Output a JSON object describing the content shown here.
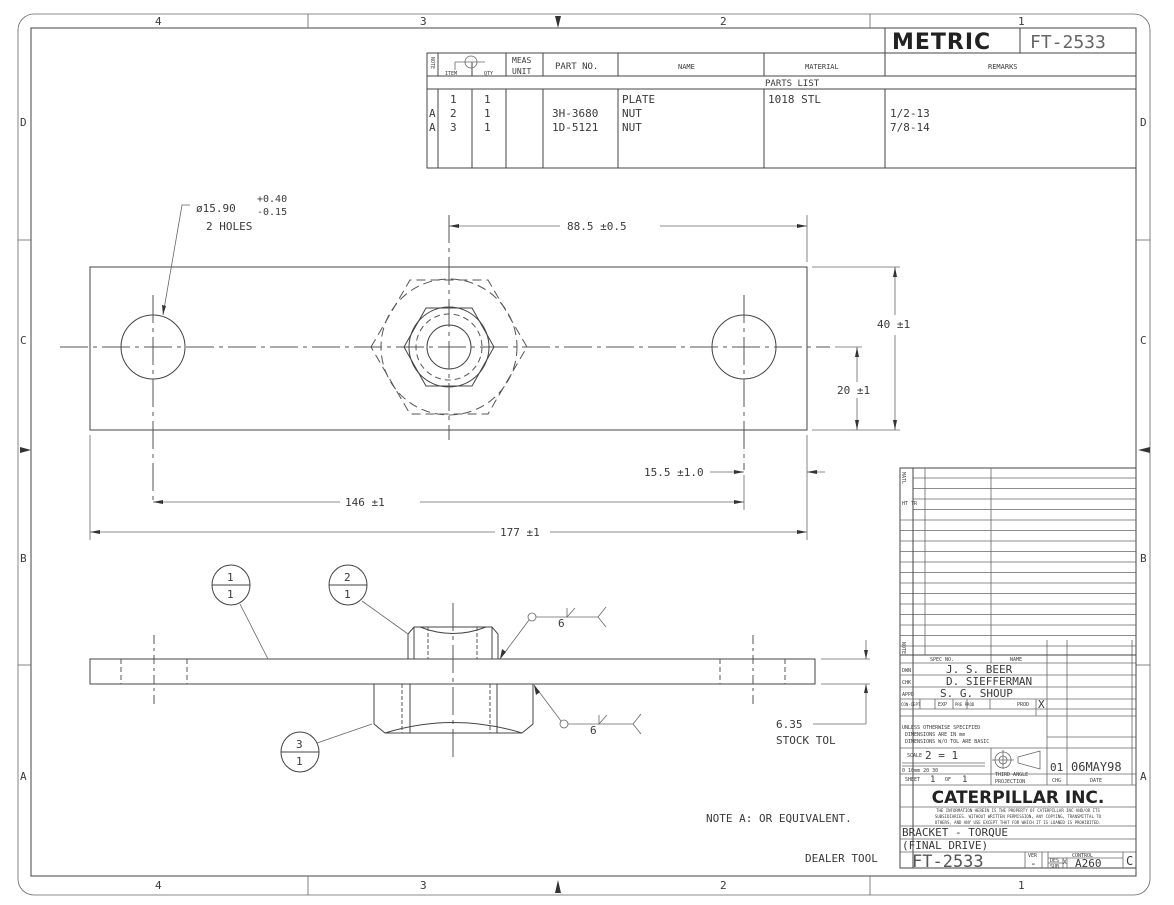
{
  "zones": {
    "columns": [
      "4",
      "3",
      "2",
      "1"
    ],
    "rows": [
      "D",
      "C",
      "B",
      "A"
    ]
  },
  "header": {
    "metric": "METRIC",
    "drawing_no": "FT-2533"
  },
  "parts_list": {
    "headers": {
      "note": "NOTE",
      "item": "ITEM",
      "qty": "QTY",
      "meas": "MEAS",
      "unit": "UNIT",
      "part_no": "PART NO.",
      "name": "NAME",
      "material": "MATERIAL",
      "remarks": "REMARKS"
    },
    "title": "PARTS LIST",
    "rows": [
      {
        "note": "",
        "item": "1",
        "qty": "1",
        "part_no": "",
        "name": "PLATE",
        "material": "1018 STL",
        "remarks": ""
      },
      {
        "note": "A",
        "item": "2",
        "qty": "1",
        "part_no": "3H-3680",
        "name": "NUT",
        "material": "",
        "remarks": "1/2-13"
      },
      {
        "note": "A",
        "item": "3",
        "qty": "1",
        "part_no": "1D-5121",
        "name": "NUT",
        "material": "",
        "remarks": "7/8-14"
      }
    ]
  },
  "dimensions": {
    "hole_dia": "ø15.90",
    "hole_tol_plus": "+0.40",
    "hole_tol_minus": "-0.15",
    "hole_count": "2 HOLES",
    "nut_to_hole": "88.5 ±0.5",
    "height": "40 ±1",
    "half_height": "20 ±1",
    "hole_edge": "15.5 ±1.0",
    "hole_spacing": "146 ±1",
    "length": "177 ±1",
    "thickness": "6.35",
    "thickness_note": "STOCK TOL"
  },
  "balloons": [
    {
      "item": "1",
      "qty": "1"
    },
    {
      "item": "2",
      "qty": "1"
    },
    {
      "item": "3",
      "qty": "1"
    }
  ],
  "welds": [
    {
      "size": "6"
    },
    {
      "size": "6"
    }
  ],
  "notes": {
    "note_a": "NOTE A: OR EQUIVALENT.",
    "dealer": "DEALER TOOL"
  },
  "title_block": {
    "matl": "MATL",
    "ht_tr": "HT TR",
    "note": "NOTE",
    "spec_no": "SPEC NO.",
    "name": "NAME",
    "dwn_label": "DWN",
    "dwn": "J. S. BEER",
    "chk_label": "CHK",
    "chk": "D. SIEFFERMAN",
    "appd_label": "APPD",
    "appd": "S. G. SHOUP",
    "concept": "CON-CEPT",
    "exp": "EXP",
    "pre_prod": "PRE PROD",
    "prod": "PROD",
    "prod_mark": "X",
    "unless_1": "UNLESS OTHERWISE SPECIFIED",
    "unless_2": "DIMENSIONS ARE IN mm",
    "unless_3": "DIMENSIONS W/O TOL ARE BASIC",
    "scale_label": "SCALE",
    "scale": "2 = 1",
    "ruler_labels": "0   10mm  20   30",
    "sheet_label": "SHEET",
    "sheet": "1",
    "of_label": "OF",
    "sheets": "1",
    "projection_1": "THIRD ANGLE",
    "projection_2": "PROJECTION",
    "chg": "01",
    "date": "06MAY98",
    "chg_label": "CHG",
    "date_label": "DATE",
    "company": "CATERPILLAR INC.",
    "legal_1": "THE INFORMATION HEREIN IS THE PROPERTY OF CATERPILLAR INC AND/OR ITS",
    "legal_2": "SUBSIDIARIES. WITHOUT WRITTEN PERMISSION, ANY COPYING, TRANSMITTAL TO",
    "legal_3": "OTHERS, AND ANY USE EXCEPT THAT FOR WHICH IT IS LOANED IS PROHIBITED.",
    "title_1": "BRACKET - TORQUE",
    "title_2": "(FINAL DRIVE)",
    "drawing_no": "FT-2533",
    "ver_label": "VER",
    "ver": "-",
    "control_label": "CONTROL",
    "des": "DES",
    "des_mark": "X",
    "sub": "SUB",
    "control": "A260",
    "size": "C"
  }
}
